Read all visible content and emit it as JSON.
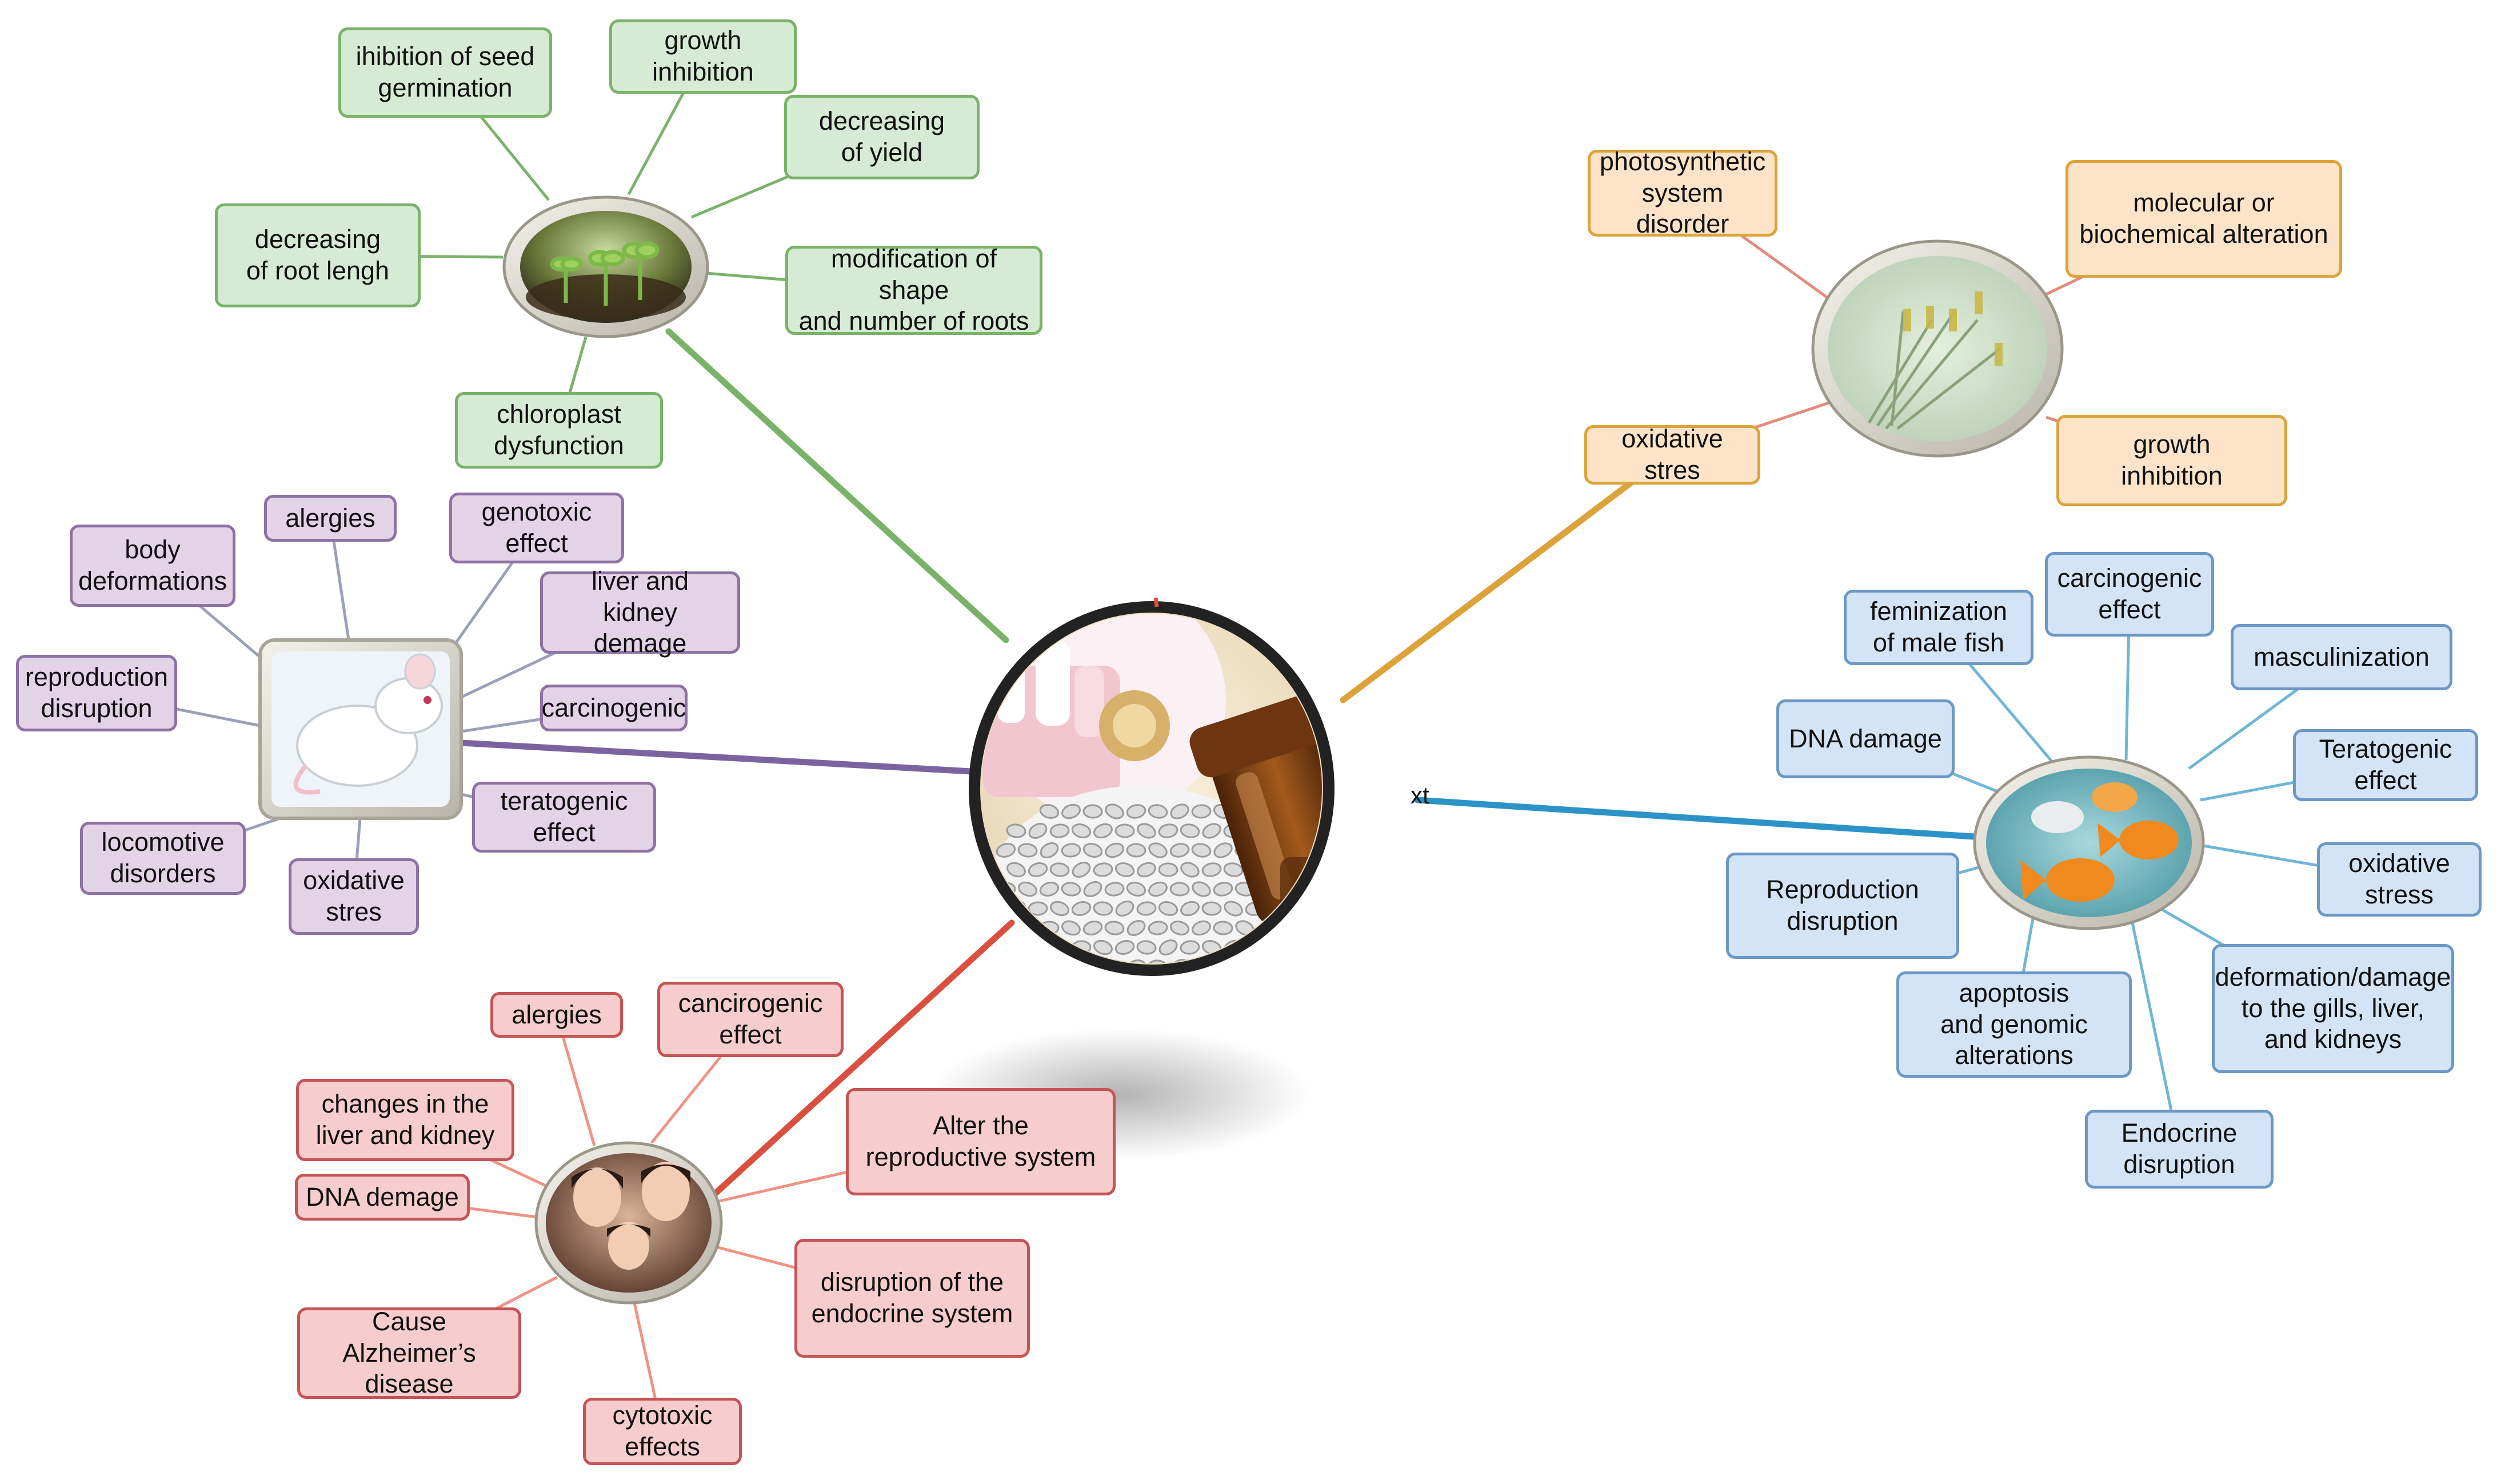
{
  "center": {
    "stray_text": "xt"
  },
  "hubs": [
    {
      "id": "plants",
      "icon": "seedling-photo-icon",
      "color": "#7ab26a",
      "fill": "#d5ebd3",
      "labels": [
        "ihibition of seed\ngermination",
        "growth\ninhibition",
        "decreasing\nof yield",
        "modification of shape\nand number of roots",
        "chloroplast\ndysfunction",
        "decreasing\nof root lengh"
      ]
    },
    {
      "id": "algae",
      "icon": "algae-microscope-photo-icon",
      "color": "#dca33a",
      "fill": "#fde4c8",
      "labels": [
        "photosynthetic\nsystem disorder",
        "molecular or\nbiochemical alteration",
        "oxidative stres",
        "growth\ninhibition"
      ]
    },
    {
      "id": "rodents",
      "icon": "white-mouse-photo-icon",
      "color": "#7a64a0",
      "fill": "#e3d3e7",
      "labels": [
        "body\ndeformations",
        "alergies",
        "genotoxic\neffect",
        "liver and kidney\ndemage",
        "carcinogenic",
        "teratogenic\neffect",
        "oxidative\nstres",
        "locomotive\ndisorders",
        "reproduction\ndisruption"
      ]
    },
    {
      "id": "fish",
      "icon": "goldfish-photo-icon",
      "color": "#2c93c9",
      "fill": "#d3e4f6",
      "labels": [
        "feminization\nof male fish",
        "carcinogenic\neffect",
        "masculinization",
        "DNA damage",
        "Teratogenic\neffect",
        "oxidative\nstress",
        "Reproduction\ndisruption",
        "apoptosis\nand genomic\nalterations",
        "deformation/damage\nto the gills, liver,\nand kidneys",
        "Endocrine\ndisruption"
      ]
    },
    {
      "id": "humans",
      "icon": "family-photo-icon",
      "color": "#d9503f",
      "fill": "#f7cccc",
      "labels": [
        "alergies",
        "cancirogenic\neffect",
        "changes in the\nliver and kidney",
        "Alter the\nreproductive system",
        "DNA demage",
        "disruption of the\nendocrine system",
        "Cause Alzheimer’s\ndisease",
        "cytotoxic\neffects"
      ]
    }
  ]
}
